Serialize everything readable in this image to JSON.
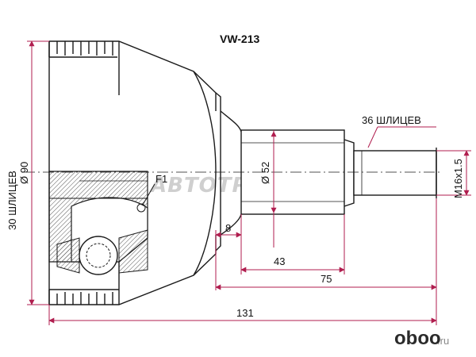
{
  "part_code": "VW-213",
  "labels": {
    "splines_outer": "36 ШЛИЦЕВ",
    "thread": "M16x1.5",
    "diameter_stub": "Ø 52",
    "splines_inner": "30 ШЛИЦЕВ",
    "diameter_outer": "Ø 90",
    "f1": "F1",
    "dim_8": "8",
    "dim_43": "43",
    "dim_75": "75",
    "dim_131": "131"
  },
  "watermark": "АВТОТРЕЙД",
  "logo": {
    "text": "oboo",
    "suffix": ".ru",
    "color": "#2b2b2b"
  },
  "colors": {
    "line": "#1a1a1a",
    "dimension": "#b01e4f",
    "hatch": "#555555",
    "watermark": "#cfcfcf"
  }
}
